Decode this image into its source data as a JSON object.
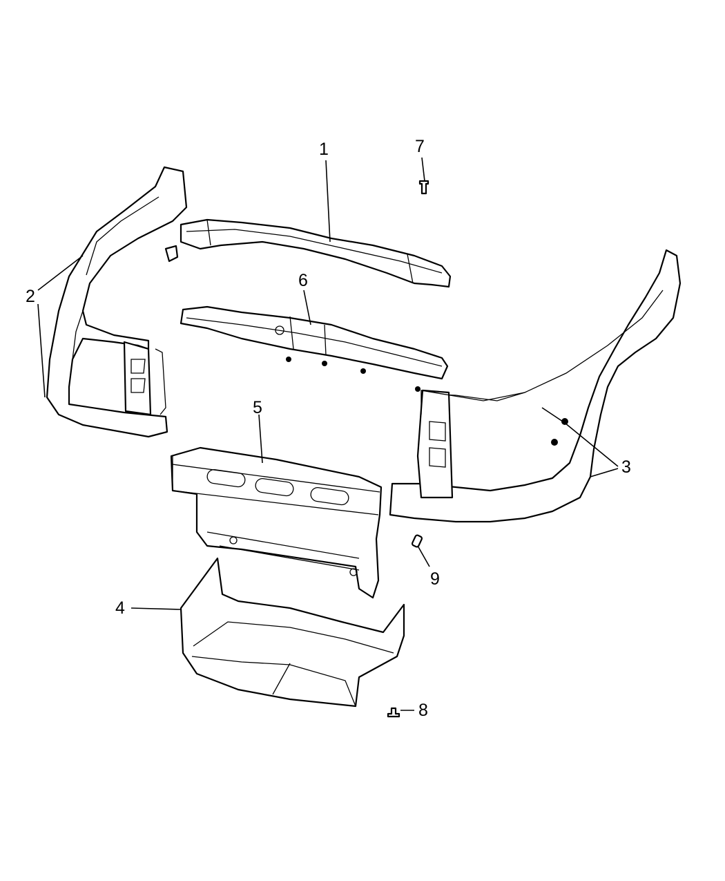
{
  "diagram": {
    "type": "exploded-parts-diagram",
    "background": "#ffffff",
    "line_color": "#000000",
    "callouts": [
      {
        "number": "1",
        "part": "upper-crossmember"
      },
      {
        "number": "2",
        "part": "left-radiator-support-frame"
      },
      {
        "number": "3",
        "part": "right-radiator-support-frame"
      },
      {
        "number": "4",
        "part": "lower-shield"
      },
      {
        "number": "5",
        "part": "lower-crossmember"
      },
      {
        "number": "6",
        "part": "middle-crossmember"
      },
      {
        "number": "7",
        "part": "bolt"
      },
      {
        "number": "8",
        "part": "push-pin"
      },
      {
        "number": "9",
        "part": "spacer"
      }
    ]
  }
}
